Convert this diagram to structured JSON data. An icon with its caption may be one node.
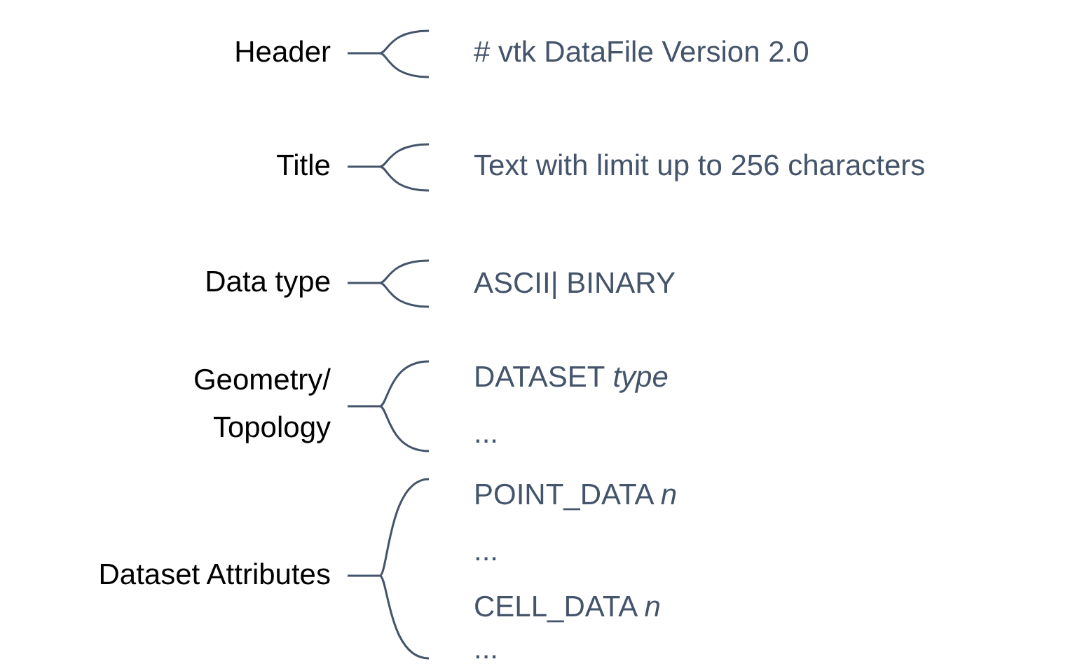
{
  "diagram": {
    "labels": [
      "Header",
      "# vtk DataFile Version 2.0",
      "Title",
      "Text with limit up to 256 characters",
      "Data type",
      "ASCII| BINARY",
      "Geometry/ Topology",
      "DATASET *type*",
      "...",
      "Dataset Attributes",
      "POINT_DATA *n*",
      "...",
      "CELL_DATA *n*",
      "..."
    ]
  }
}
